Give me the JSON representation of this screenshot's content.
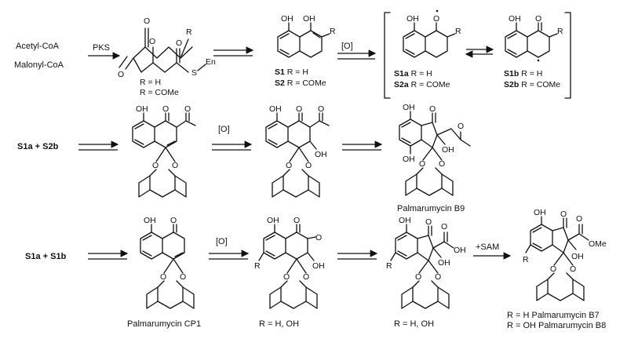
{
  "row1": {
    "acetyl": "Acetyl-CoA",
    "malonyl": "Malonyl-CoA",
    "pks": "PKS",
    "thioester_atom": "S",
    "enzyme": "En",
    "r_group": "R",
    "oxo": "O",
    "substituents": [
      "R = H",
      "R = COMe"
    ],
    "naphthol": {
      "oh1": "OH",
      "oh2": "OH",
      "r": "R",
      "c1_id": "S1",
      "c1_r": "R = H",
      "c2_id": "S2",
      "c2_r": "R = COMe"
    },
    "oxidation": "[O]",
    "radical_a": {
      "oh": "OH",
      "o": "O",
      "r": "R",
      "c1_id": "S1a",
      "c1_r": "R = H",
      "c2_id": "S2a",
      "c2_r": "R = COMe"
    },
    "radical_b": {
      "oh": "OH",
      "o": "O",
      "r": "R",
      "c1_id": "S1b",
      "c1_r": "R = H",
      "c2_id": "S2b",
      "c2_r": "R = COMe"
    }
  },
  "row2": {
    "reactants_a": "S1a",
    "reactants_plus": "+",
    "reactants_b": "S2b",
    "oxidation": "[O]",
    "product_name": "Palmarumycin B9"
  },
  "row3": {
    "reactants_a": "S1a",
    "reactants_plus": "+",
    "reactants_b": "S1b",
    "oxidation": "[O]",
    "cp1_name": "Palmarumycin CP1",
    "r_label_1": "R = H, OH",
    "r_label_2": "R = H, OH",
    "methylation": "+SAM",
    "final_b7": "R = H Palmarumycin B7",
    "final_b8": "R = OH Palmarumycin B8"
  },
  "atoms": {
    "oh": "OH",
    "o": "O",
    "r": "R",
    "ome": "OMe"
  }
}
